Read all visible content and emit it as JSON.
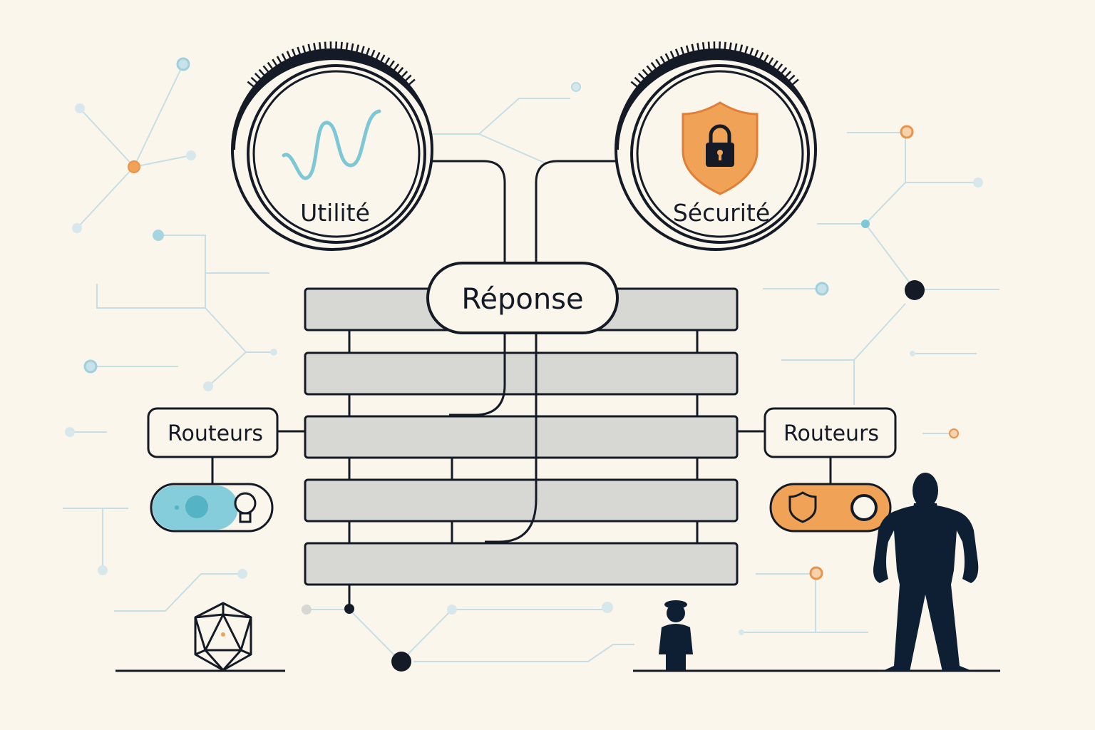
{
  "nodes": {
    "utility": {
      "label": "Utilité"
    },
    "security": {
      "label": "Sécurité"
    },
    "response": {
      "label": "Réponse"
    },
    "router_left": {
      "label": "Routeurs"
    },
    "router_right": {
      "label": "Routeurs"
    }
  },
  "colors": {
    "background": "#faf6ec",
    "ink": "#151b26",
    "teal": "#7ec8d6",
    "teal_light": "#b9dbe3",
    "orange": "#f0a257",
    "orange_dot": "#e8944a",
    "bar_fill": "#d7d7d4",
    "silhouette": "#0f1f33"
  },
  "icons": {
    "utility": "sine-wave-icon",
    "security": "shield-lock-icon",
    "toggle_left": "lightbulb-icon",
    "toggle_right": "shield-icon",
    "decoration": "icosahedron-icon"
  }
}
